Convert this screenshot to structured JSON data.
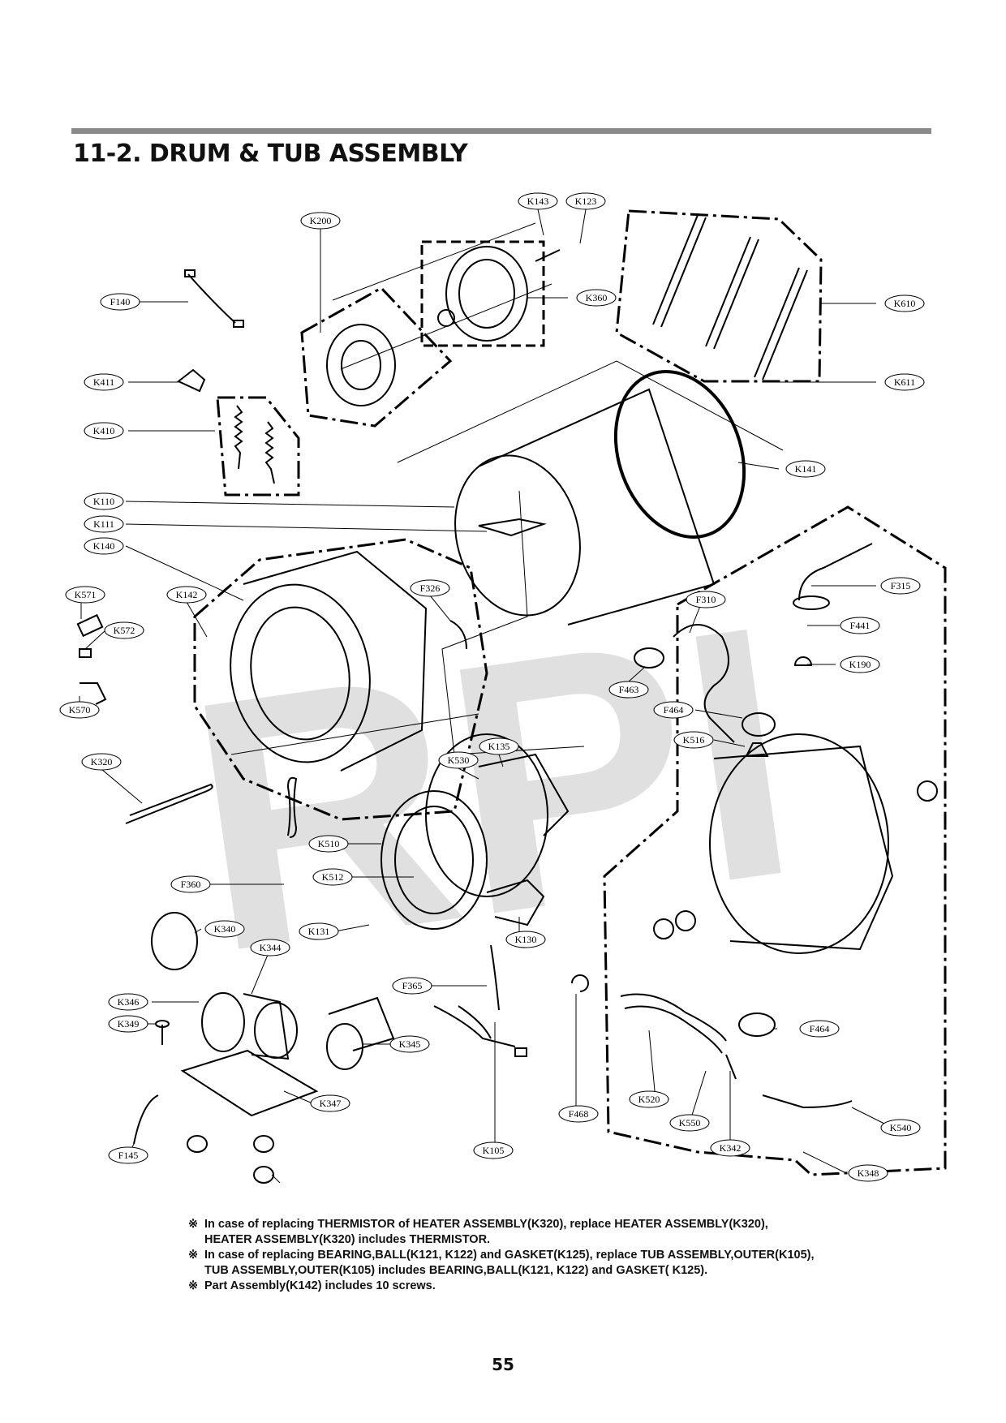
{
  "title": "11-2. DRUM & TUB ASSEMBLY",
  "watermark": "RPI",
  "page_number": "55",
  "labels": [
    "K143",
    "K123",
    "K200",
    "K360",
    "K610",
    "F140",
    "K411",
    "K611",
    "K410",
    "K141",
    "K110",
    "K111",
    "K140",
    "K571",
    "K142",
    "F326",
    "F310",
    "F315",
    "K572",
    "F441",
    "K190",
    "F463",
    "K570",
    "F464",
    "K516",
    "K320",
    "K530",
    "K135",
    "K510",
    "K512",
    "F360",
    "K340",
    "K131",
    "K130",
    "K344",
    "K346",
    "K349",
    "F365",
    "K345",
    "K347",
    "F468",
    "K520",
    "K550",
    "K540",
    "K342",
    "F145",
    "K105",
    "K348"
  ],
  "notes": [
    {
      "mark": "※",
      "lines": [
        "In case of replacing THERMISTOR of HEATER ASSEMBLY(K320), replace HEATER ASSEMBLY(K320),",
        "HEATER ASSEMBLY(K320) includes THERMISTOR."
      ]
    },
    {
      "mark": "※",
      "lines": [
        "In case of replacing BEARING,BALL(K121, K122) and GASKET(K125), replace TUB ASSEMBLY,OUTER(K105),",
        "TUB ASSEMBLY,OUTER(K105) includes BEARING,BALL(K121, K122) and GASKET( K125)."
      ]
    },
    {
      "mark": "※",
      "lines": [
        "Part Assembly(K142) includes 10 screws."
      ]
    }
  ]
}
